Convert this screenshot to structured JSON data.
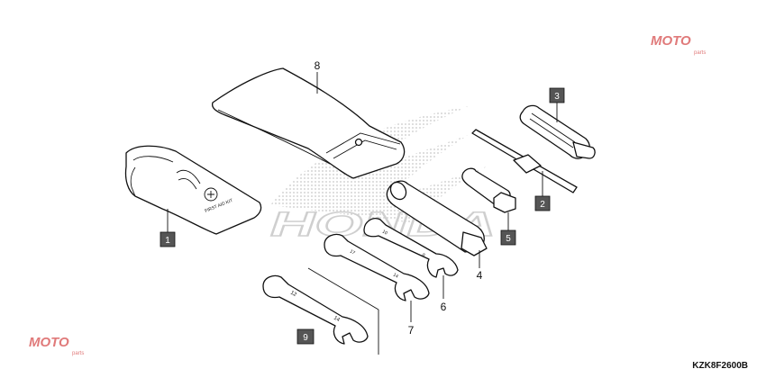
{
  "title": "",
  "reference_code": "KZK8F2600B",
  "watermark": {
    "brand_text": "HONDA",
    "logo_text": "MOTO",
    "logo_subtext": "parts",
    "brand_color": "#d4d4d4",
    "logo_color": "#d9534f"
  },
  "kit_label": "FIRST AID KIT",
  "wrench_sizes": {
    "w6_top": "10",
    "w6_bottom": "8",
    "w7_top": "17",
    "w7_bottom": "14",
    "w9_top": "12",
    "w9_bottom": "14"
  },
  "callouts": [
    {
      "id": "1",
      "style": "boxed"
    },
    {
      "id": "2",
      "style": "boxed"
    },
    {
      "id": "3",
      "style": "boxed"
    },
    {
      "id": "4",
      "style": "plain"
    },
    {
      "id": "5",
      "style": "boxed"
    },
    {
      "id": "6",
      "style": "plain"
    },
    {
      "id": "7",
      "style": "plain"
    },
    {
      "id": "8",
      "style": "plain"
    },
    {
      "id": "9",
      "style": "boxed"
    }
  ],
  "colors": {
    "box_fill": "#555555",
    "line": "#111111"
  }
}
